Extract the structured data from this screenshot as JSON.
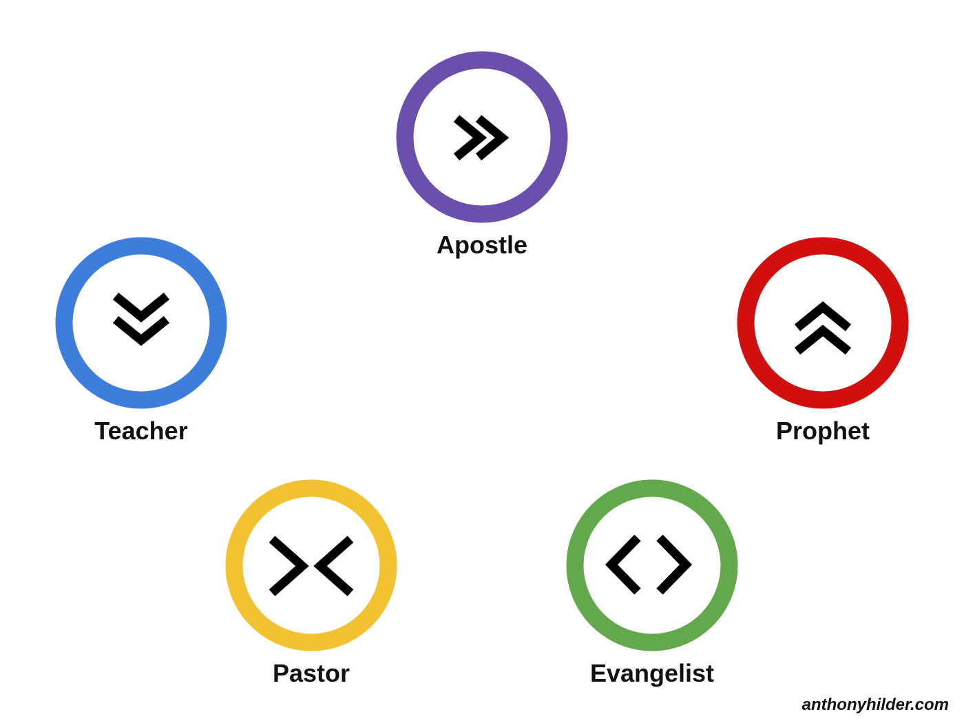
{
  "roles": {
    "apostle": {
      "label": "Apostle",
      "color": "#6b4fad",
      "icon": "double-chevron-right-icon"
    },
    "teacher": {
      "label": "Teacher",
      "color": "#3d7ddb",
      "icon": "double-chevron-down-icon"
    },
    "prophet": {
      "label": "Prophet",
      "color": "#d10f0f",
      "icon": "double-chevron-up-icon"
    },
    "pastor": {
      "label": "Pastor",
      "color": "#f2c233",
      "icon": "chevrons-inward-icon"
    },
    "evangelist": {
      "label": "Evangelist",
      "color": "#63a84a",
      "icon": "chevrons-outward-icon"
    }
  },
  "credit": "anthonyhilder.com"
}
